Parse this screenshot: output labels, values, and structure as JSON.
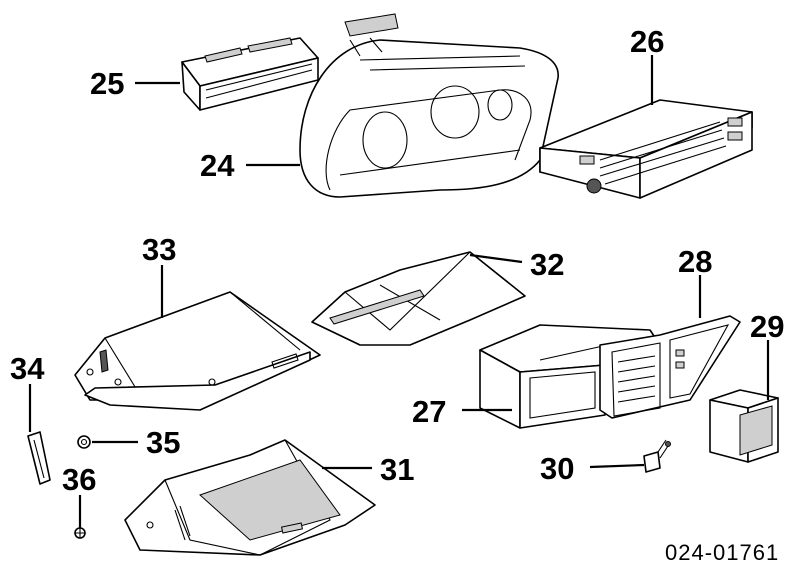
{
  "diagram": {
    "callouts": {
      "p24": "24",
      "p25": "25",
      "p26": "26",
      "p27": "27",
      "p28": "28",
      "p29": "29",
      "p30": "30",
      "p31": "31",
      "p32": "32",
      "p33": "33",
      "p34": "34",
      "p35": "35",
      "p36": "36"
    },
    "document_id": "024-01761"
  }
}
